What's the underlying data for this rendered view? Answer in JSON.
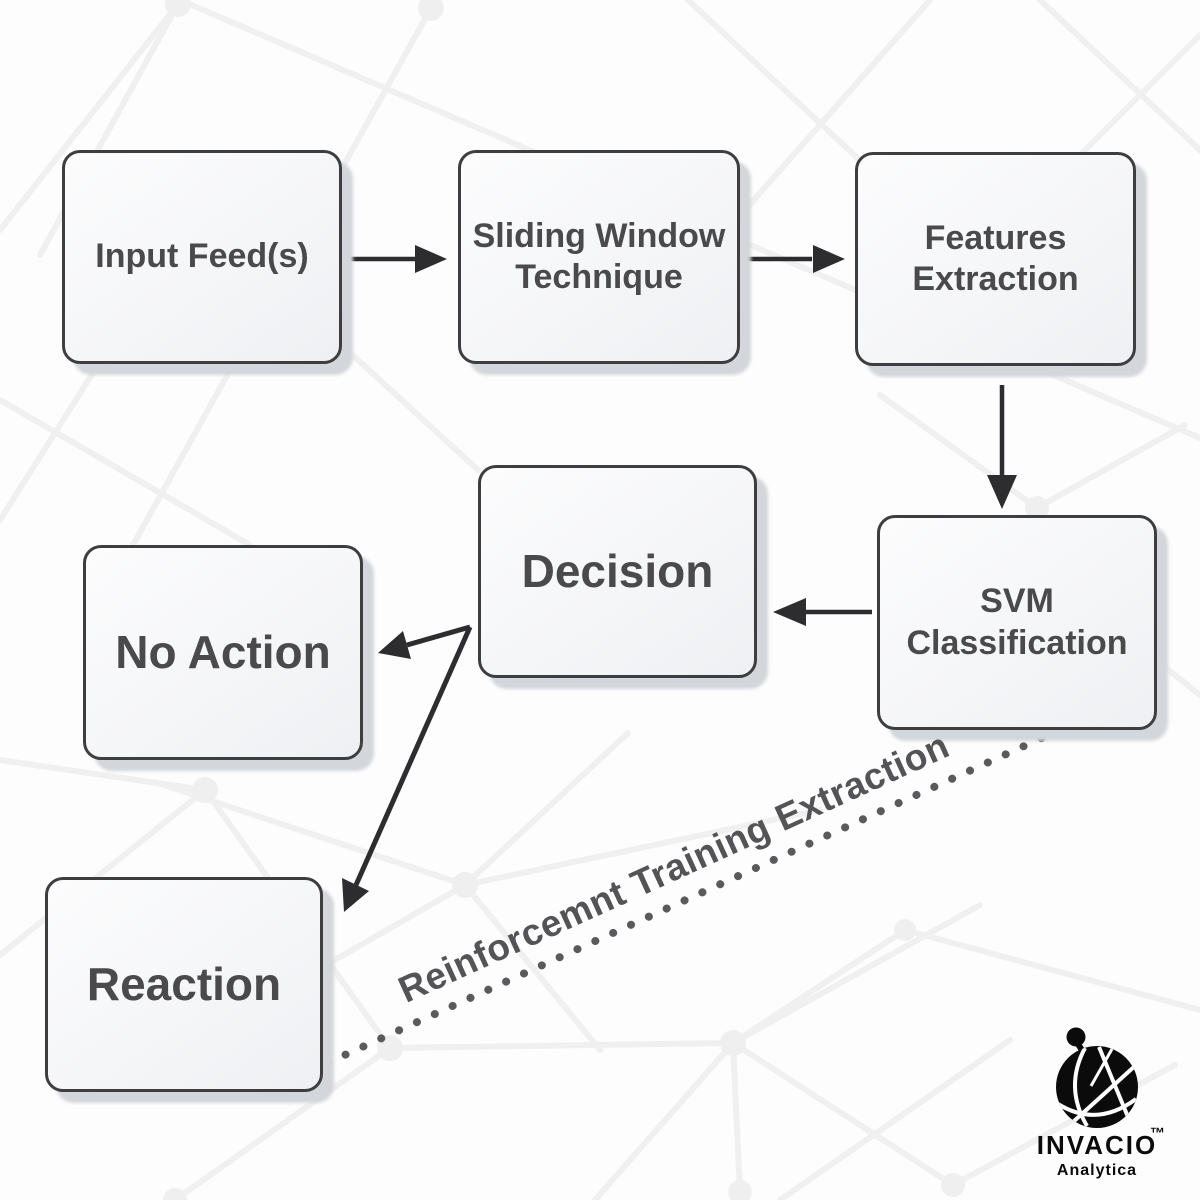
{
  "diagram": {
    "nodes": [
      {
        "id": "input-feed",
        "label": "Input Feed(s)"
      },
      {
        "id": "sliding-window",
        "label": "Sliding Window Technique"
      },
      {
        "id": "features-extraction",
        "label": "Features Extraction"
      },
      {
        "id": "svm-classification",
        "label": "SVM Classification"
      },
      {
        "id": "decision",
        "label": "Decision"
      },
      {
        "id": "no-action",
        "label": "No Action"
      },
      {
        "id": "reaction",
        "label": "Reaction"
      }
    ],
    "edges": [
      {
        "from": "input-feed",
        "to": "sliding-window",
        "style": "solid-arrow"
      },
      {
        "from": "sliding-window",
        "to": "features-extraction",
        "style": "solid-arrow"
      },
      {
        "from": "features-extraction",
        "to": "svm-classification",
        "style": "solid-arrow"
      },
      {
        "from": "svm-classification",
        "to": "decision",
        "style": "solid-arrow"
      },
      {
        "from": "decision",
        "to": "no-action",
        "style": "solid-arrow"
      },
      {
        "from": "decision",
        "to": "reaction",
        "style": "solid-arrow"
      },
      {
        "from": "reaction",
        "to": "svm-classification",
        "style": "dotted",
        "label": "Reinforcemnt Training Extraction"
      }
    ]
  },
  "branding": {
    "logo_icon": "globe-network-icon",
    "name": "INVACIO",
    "trademark": "™",
    "subtitle": "Analytica"
  },
  "colors": {
    "background": "#fdfdfe",
    "pattern_line": "#f0f0f1",
    "box_border": "#3e3e40",
    "box_shadow": "#d3d6da",
    "box_text": "#4a4a4c",
    "arrow": "#2d2d2f",
    "dotted_line": "#5a5a5c",
    "edge_label_text": "#545456",
    "logo_black": "#0b0b0b"
  }
}
